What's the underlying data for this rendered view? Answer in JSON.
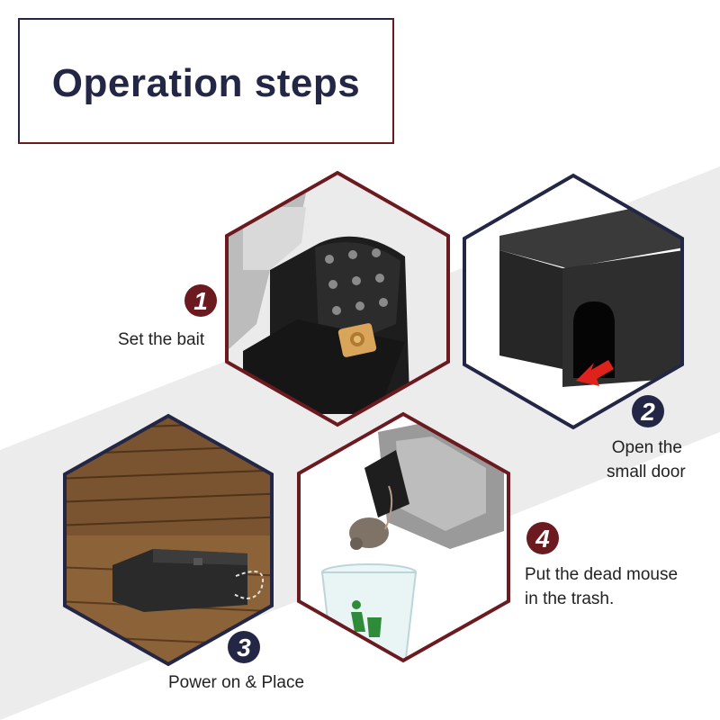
{
  "title": "Operation steps",
  "colors": {
    "navy": "#232645",
    "maroon": "#6b1b20",
    "stripe": "#ececec"
  },
  "steps": [
    {
      "number": "1",
      "caption": "Set the bait",
      "scene": "bait-compartment-with-cracker"
    },
    {
      "number": "2",
      "caption_line1": "Open the",
      "caption_line2": "small door",
      "scene": "trap-small-door-with-arrow"
    },
    {
      "number": "3",
      "caption": "Power on & Place",
      "scene": "trap-on-wooden-floor"
    },
    {
      "number": "4",
      "caption_line1": "Put the dead mouse",
      "caption_line2": "in the trash.",
      "scene": "mouse-dropped-into-trash-bin"
    }
  ]
}
